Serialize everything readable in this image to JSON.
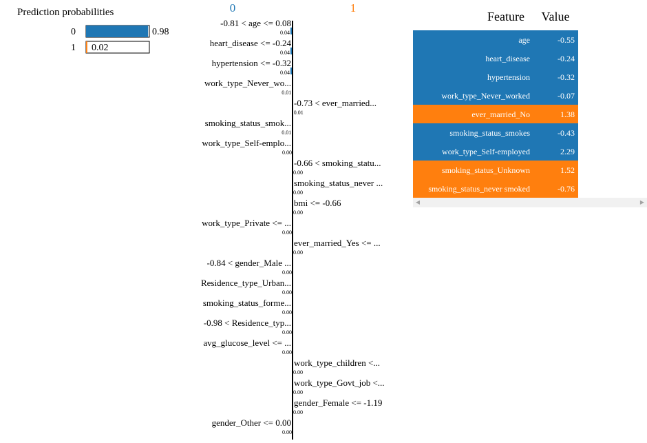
{
  "prediction": {
    "title": "Prediction probabilities",
    "classes": [
      {
        "label": "0",
        "value": 0.98,
        "value_text": "0.98",
        "color": "#1f77b4"
      },
      {
        "label": "1",
        "value": 0.02,
        "value_text": "0.02",
        "color": "#ff7f0e"
      }
    ]
  },
  "explanation": {
    "class_labels": [
      "0",
      "1"
    ],
    "class_colors": [
      "#1f77b4",
      "#ff7f0e"
    ]
  },
  "table": {
    "headers": [
      "Feature",
      "Value"
    ],
    "rows": [
      {
        "feature": "age",
        "value": "-0.55",
        "class": 0
      },
      {
        "feature": "heart_disease",
        "value": "-0.24",
        "class": 0
      },
      {
        "feature": "hypertension",
        "value": "-0.32",
        "class": 0
      },
      {
        "feature": "work_type_Never_worked",
        "value": "-0.07",
        "class": 0
      },
      {
        "feature": "ever_married_No",
        "value": "1.38",
        "class": 1
      },
      {
        "feature": "smoking_status_smokes",
        "value": "-0.43",
        "class": 0
      },
      {
        "feature": "work_type_Self-employed",
        "value": "2.29",
        "class": 0
      },
      {
        "feature": "smoking_status_Unknown",
        "value": "1.52",
        "class": 1
      },
      {
        "feature": "smoking_status_never smoked",
        "value": "-0.76",
        "class": 1
      }
    ]
  },
  "chart_data": {
    "type": "bar",
    "orientation": "horizontal",
    "series_sides": [
      "0",
      "1"
    ],
    "features": [
      {
        "label": "-0.81 < age <= 0.08",
        "value": 0.04,
        "value_text": "0.04",
        "side": 0
      },
      {
        "label": "heart_disease <= -0.24",
        "value": 0.04,
        "value_text": "0.04",
        "side": 0
      },
      {
        "label": "hypertension <= -0.32",
        "value": 0.04,
        "value_text": "0.04",
        "side": 0
      },
      {
        "label": "work_type_Never_wo...",
        "value": 0.01,
        "value_text": "0.01",
        "side": 0
      },
      {
        "label": "-0.73 < ever_married...",
        "value": 0.01,
        "value_text": "0.01",
        "side": 1
      },
      {
        "label": "smoking_status_smok...",
        "value": 0.01,
        "value_text": "0.01",
        "side": 0
      },
      {
        "label": "work_type_Self-emplo...",
        "value": 0.0,
        "value_text": "0.00",
        "side": 0
      },
      {
        "label": "-0.66 < smoking_statu...",
        "value": 0.0,
        "value_text": "0.00",
        "side": 1
      },
      {
        "label": "smoking_status_never ...",
        "value": 0.0,
        "value_text": "0.00",
        "side": 1
      },
      {
        "label": "bmi <= -0.66",
        "value": 0.0,
        "value_text": "0.00",
        "side": 1
      },
      {
        "label": "work_type_Private <= ...",
        "value": 0.0,
        "value_text": "0.00",
        "side": 0
      },
      {
        "label": "ever_married_Yes <= ...",
        "value": 0.0,
        "value_text": "0.00",
        "side": 1
      },
      {
        "label": "-0.84 < gender_Male ...",
        "value": 0.0,
        "value_text": "0.00",
        "side": 0
      },
      {
        "label": "Residence_type_Urban...",
        "value": 0.0,
        "value_text": "0.00",
        "side": 0
      },
      {
        "label": "smoking_status_forme...",
        "value": 0.0,
        "value_text": "0.00",
        "side": 0
      },
      {
        "label": "-0.98 < Residence_typ...",
        "value": 0.0,
        "value_text": "0.00",
        "side": 0
      },
      {
        "label": "avg_glucose_level <= ...",
        "value": 0.0,
        "value_text": "0.00",
        "side": 0
      },
      {
        "label": "work_type_children <...",
        "value": 0.0,
        "value_text": "0.00",
        "side": 1
      },
      {
        "label": "work_type_Govt_job <...",
        "value": 0.0,
        "value_text": "0.00",
        "side": 1
      },
      {
        "label": "gender_Female <= -1.19",
        "value": 0.0,
        "value_text": "0.00",
        "side": 1
      },
      {
        "label": "gender_Other <= 0.00",
        "value": 0.0,
        "value_text": "0.00",
        "side": 0
      }
    ],
    "xlim": [
      0,
      0.04
    ]
  }
}
